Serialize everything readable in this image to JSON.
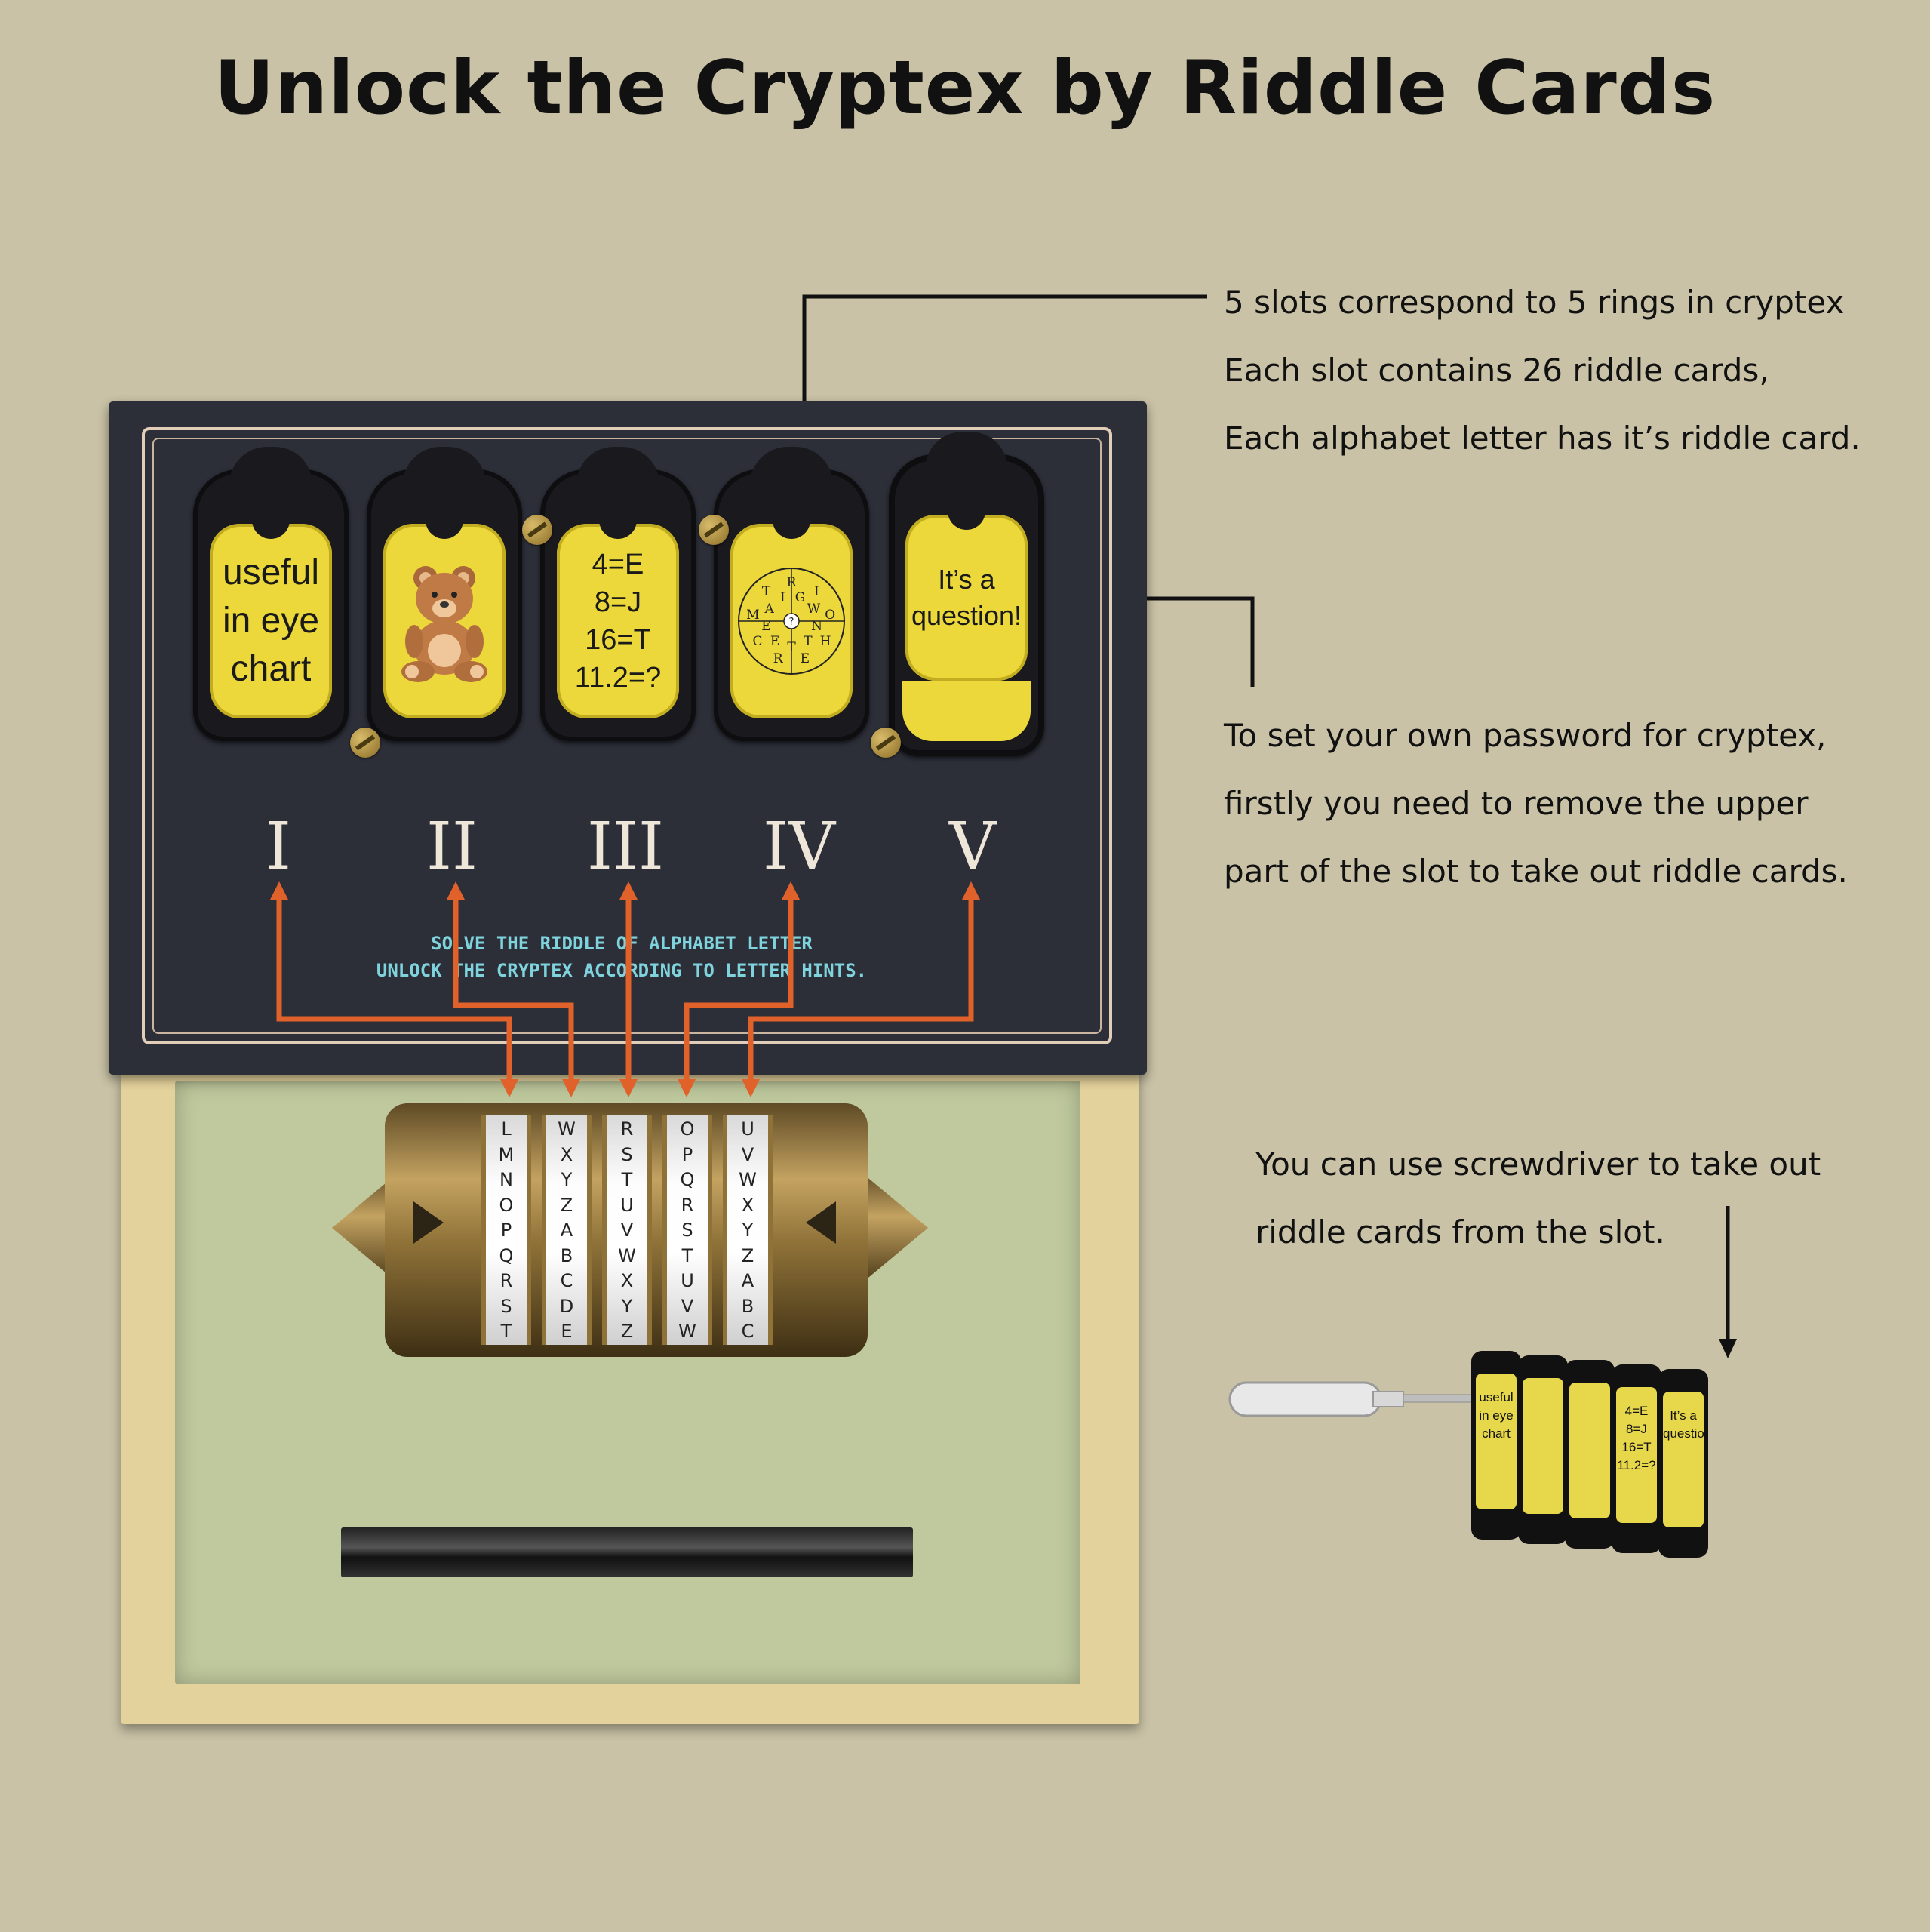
{
  "title": "Unlock the Cryptex by Riddle Cards",
  "notes": {
    "slots": [
      "5 slots correspond to 5 rings in cryptex",
      "Each slot contains 26 riddle cards,",
      "Each alphabet letter has it’s riddle card."
    ],
    "password": [
      "To set your own password for cryptex,",
      "firstly you need to remove the upper",
      "part of the slot to take out riddle cards."
    ],
    "screwdriver": [
      "You can use screwdriver to take out",
      "riddle cards from the slot."
    ]
  },
  "board": {
    "cards": [
      {
        "text": "useful\nin eye\nchart"
      },
      {
        "text": "",
        "icon": "teddy-bear-icon"
      },
      {
        "text": "4=E\n8=J\n16=T\n11.2=?"
      },
      {
        "text": "",
        "icon": "letter-wheel-icon",
        "wheel_letters": [
          "R",
          "G",
          "I",
          "W",
          "O",
          "N",
          "H",
          "T",
          "E",
          "T",
          "R",
          "E",
          "C",
          "E",
          "M",
          "A",
          "T",
          "I"
        ],
        "center": "?"
      },
      {
        "text": "It’s a\nquestion!"
      }
    ],
    "numerals": [
      "I",
      "II",
      "III",
      "IV",
      "V"
    ],
    "instruction": [
      "SOLVE THE RIDDLE OF ALPHABET LETTER",
      "UNLOCK THE CRYPTEX ACCORDING TO LETTER HINTS."
    ]
  },
  "cryptex": {
    "rings": [
      [
        "L",
        "M",
        "N",
        "O",
        "P",
        "Q",
        "R",
        "S",
        "T"
      ],
      [
        "W",
        "X",
        "Y",
        "Z",
        "A",
        "B",
        "C",
        "D",
        "E"
      ],
      [
        "R",
        "S",
        "T",
        "U",
        "V",
        "W",
        "X",
        "Y",
        "Z"
      ],
      [
        "O",
        "P",
        "Q",
        "R",
        "S",
        "T",
        "U",
        "V",
        "W"
      ],
      [
        "U",
        "V",
        "W",
        "X",
        "Y",
        "Z",
        "A",
        "B",
        "C"
      ]
    ]
  },
  "mini_cards": [
    "useful\nin eye\nchart",
    "",
    "",
    "4=E\n8=J\n16=T\n11.2=?",
    "It’s a\nquestion!"
  ],
  "colors": {
    "background": "#c9c2a6",
    "board": "#2c2e38",
    "card": "#ecd83a",
    "arrow": "#e0622a",
    "instruction": "#7fd3dc"
  }
}
